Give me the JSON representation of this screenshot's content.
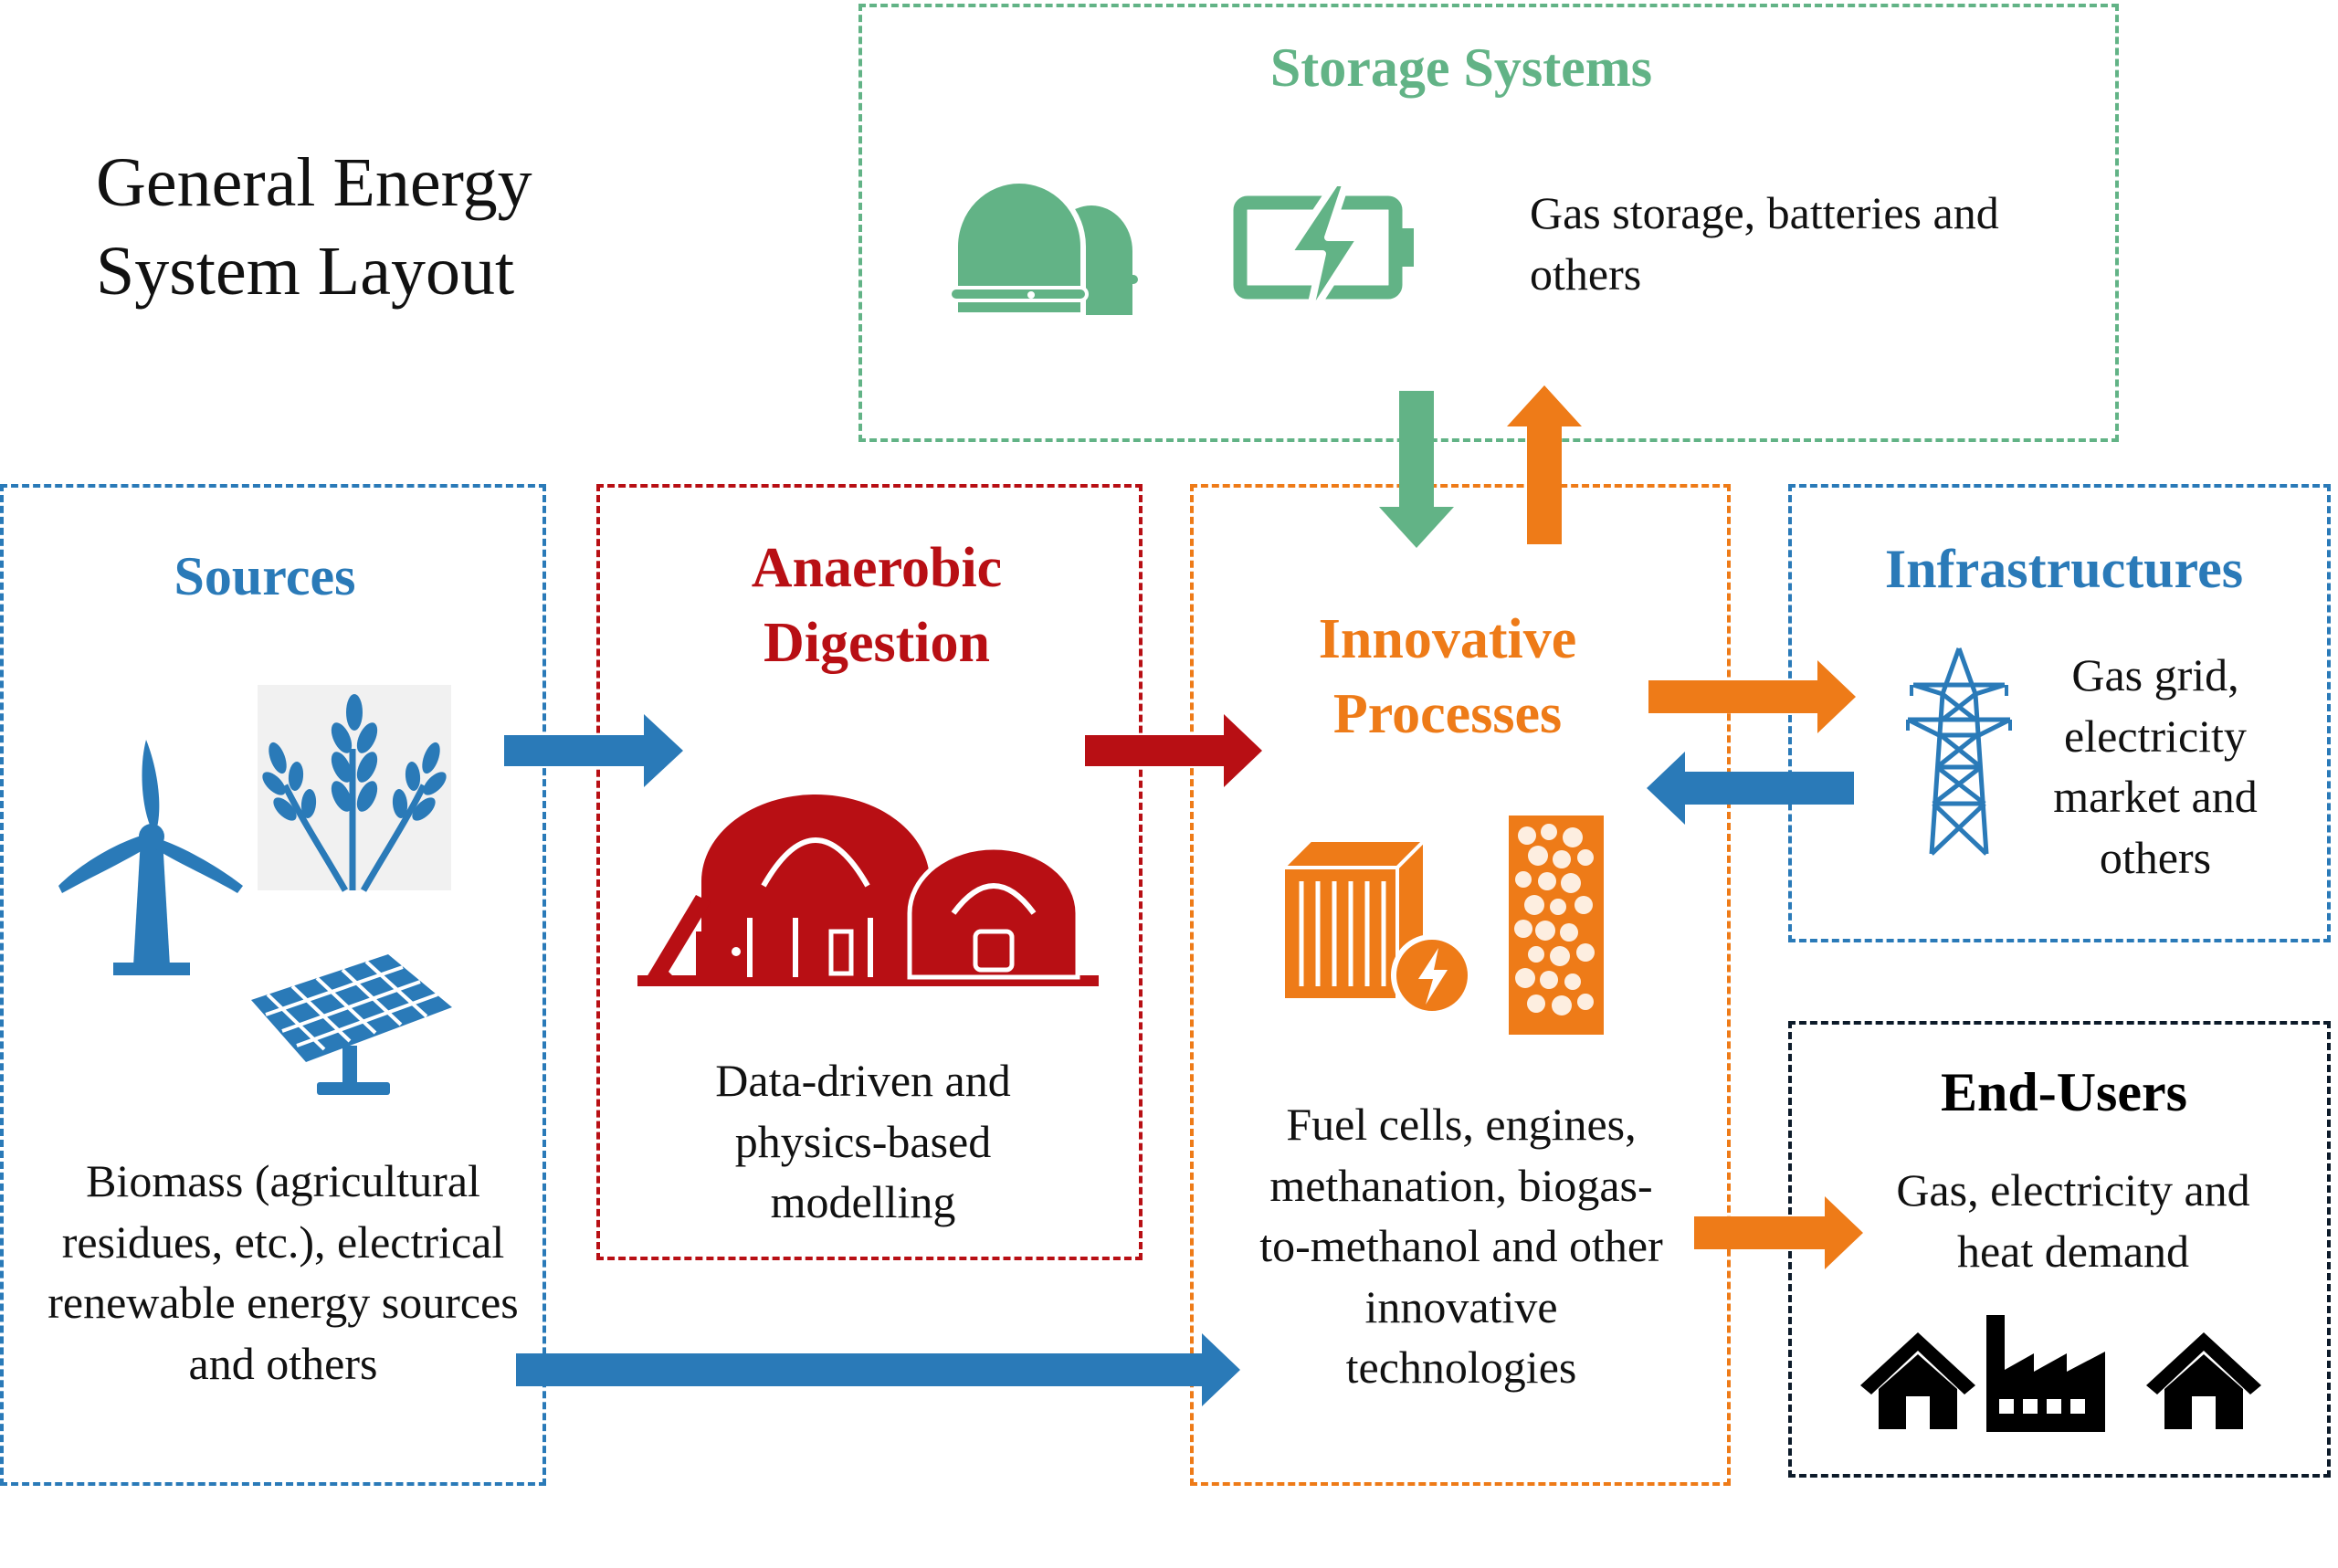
{
  "diagram_title": "General Energy System Layout",
  "colors": {
    "sources": "#2a7ab8",
    "anaerobic": "#b80f14",
    "innovative": "#ee7b18",
    "storage": "#62b386",
    "infrastructures": "#2a7ab8",
    "end_users": "#0d1b2a"
  },
  "storage": {
    "title": "Storage Systems",
    "desc": "Gas storage, batteries and others",
    "icons": [
      "gas-storage-dome-icon",
      "battery-charging-icon"
    ]
  },
  "sources": {
    "title": "Sources",
    "desc": "Biomass (agricultural residues, etc.), electrical renewable energy sources and others",
    "icons": [
      "wind-turbine-icon",
      "wheat-icon",
      "solar-panel-icon"
    ]
  },
  "anaerobic": {
    "title": "Anaerobic Digestion",
    "desc": "Data-driven and physics-based modelling",
    "icons": [
      "biogas-digester-icon"
    ]
  },
  "innovative": {
    "title": "Innovative Processes",
    "desc": "Fuel cells, engines, methanation, biogas-to-methanol and other innovative technologies",
    "icons": [
      "fuel-cell-icon",
      "catalyst-bed-icon"
    ]
  },
  "infrastructures": {
    "title": "Infrastructures",
    "desc": "Gas grid, electricity market and others",
    "icons": [
      "transmission-tower-icon"
    ]
  },
  "end_users": {
    "title": "End-Users",
    "desc": "Gas, electricity and heat demand",
    "icons": [
      "house-icon",
      "factory-icon",
      "house-icon"
    ]
  },
  "flows": [
    {
      "from": "Sources",
      "to": "Anaerobic Digestion"
    },
    {
      "from": "Anaerobic Digestion",
      "to": "Innovative Processes"
    },
    {
      "from": "Sources",
      "to": "Innovative Processes"
    },
    {
      "from": "Storage Systems",
      "to": "Innovative Processes"
    },
    {
      "from": "Innovative Processes",
      "to": "Storage Systems"
    },
    {
      "from": "Innovative Processes",
      "to": "Infrastructures"
    },
    {
      "from": "Infrastructures",
      "to": "Innovative Processes"
    },
    {
      "from": "Innovative Processes",
      "to": "End-Users"
    }
  ]
}
